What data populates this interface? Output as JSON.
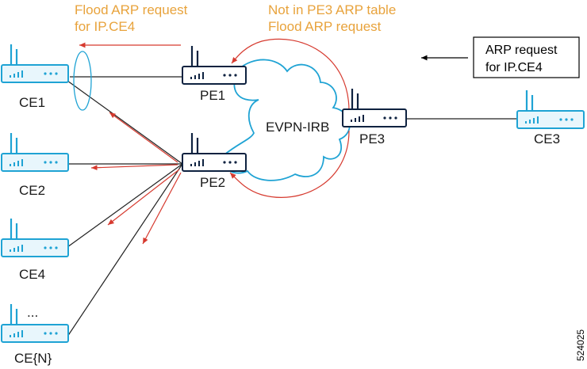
{
  "colors": {
    "ce_stroke": "#1FA3D4",
    "ce_fill": "#E8F6FC",
    "pe_stroke": "#0E2240",
    "cloud_stroke": "#1FA3D4",
    "flood_arrow": "#D63A2F",
    "annotation_text": "#E8A33C",
    "link_line": "#222222"
  },
  "annotations": {
    "flood_left_line1": "Flood ARP request",
    "flood_left_line2": "for IP.CE4",
    "not_in_table_line1": "Not in PE3 ARP table",
    "not_in_table_line2": "Flood ARP request",
    "arp_box_line1": "ARP request",
    "arp_box_line2": "for IP.CE4"
  },
  "cloud_label": "EVPN-IRB",
  "figure_id": "524025",
  "ellipsis": "...",
  "devices": {
    "ce1": "CE1",
    "ce2": "CE2",
    "ce4": "CE4",
    "cen": "CE{N}",
    "ce3": "CE3",
    "pe1": "PE1",
    "pe2": "PE2",
    "pe3": "PE3"
  },
  "icons": {
    "ce_device": "router-icon",
    "pe_device": "router-icon",
    "cloud": "cloud-icon"
  }
}
